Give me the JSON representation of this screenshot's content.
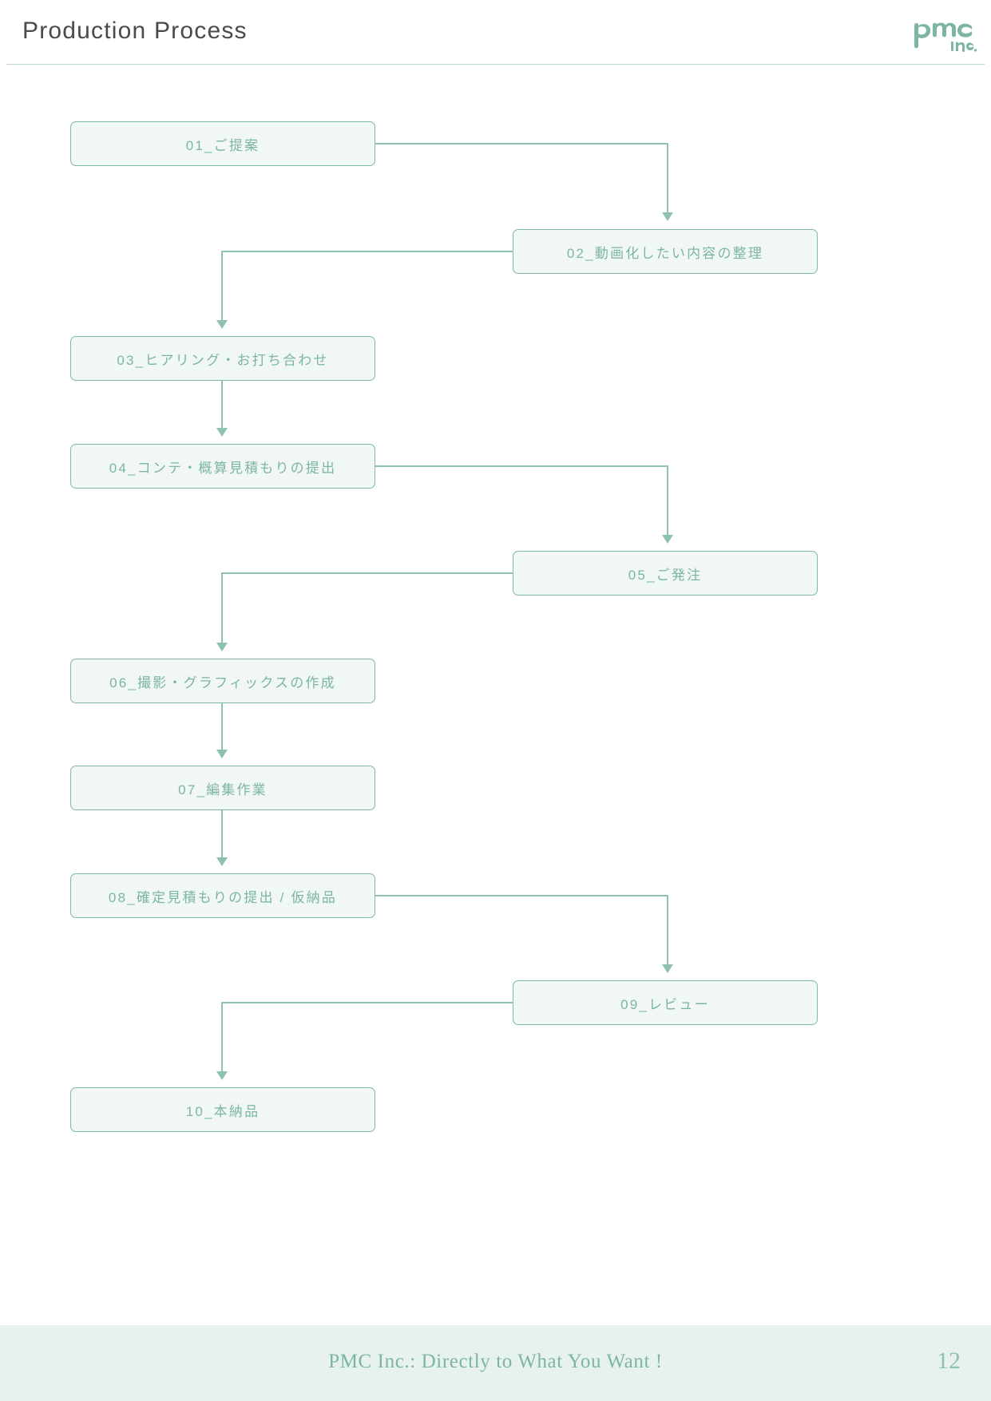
{
  "header": {
    "title": "Production Process",
    "logo": {
      "name": "pmc-inc-logo",
      "wordmark": "pmc",
      "suffix": "Inc.",
      "color": "#7cb6a1"
    }
  },
  "colors": {
    "accent": "#7cb6a1",
    "node_border": "#7fb9a4",
    "node_fill": "#f1f7f4",
    "connector": "#8ec2ae",
    "footer_bg": "#e8f2ec",
    "title_text": "#4a4a4a"
  },
  "flow": {
    "nodes": [
      {
        "id": "01",
        "label": "01_ご提案",
        "side": "left"
      },
      {
        "id": "02",
        "label": "02_動画化したい内容の整理",
        "side": "right"
      },
      {
        "id": "03",
        "label": "03_ヒアリング・お打ち合わせ",
        "side": "left"
      },
      {
        "id": "04",
        "label": "04_コンテ・概算見積もりの提出",
        "side": "left"
      },
      {
        "id": "05",
        "label": "05_ご発注",
        "side": "right"
      },
      {
        "id": "06",
        "label": "06_撮影・グラフィックスの作成",
        "side": "left"
      },
      {
        "id": "07",
        "label": "07_編集作業",
        "side": "left"
      },
      {
        "id": "08",
        "label": "08_確定見積もりの提出 / 仮納品",
        "side": "left"
      },
      {
        "id": "09",
        "label": "09_レビュー",
        "side": "right"
      },
      {
        "id": "10",
        "label": "10_本納品",
        "side": "left"
      }
    ]
  },
  "footer": {
    "tagline": "PMC Inc.: Directly to What You Want !",
    "page_number": "12"
  }
}
